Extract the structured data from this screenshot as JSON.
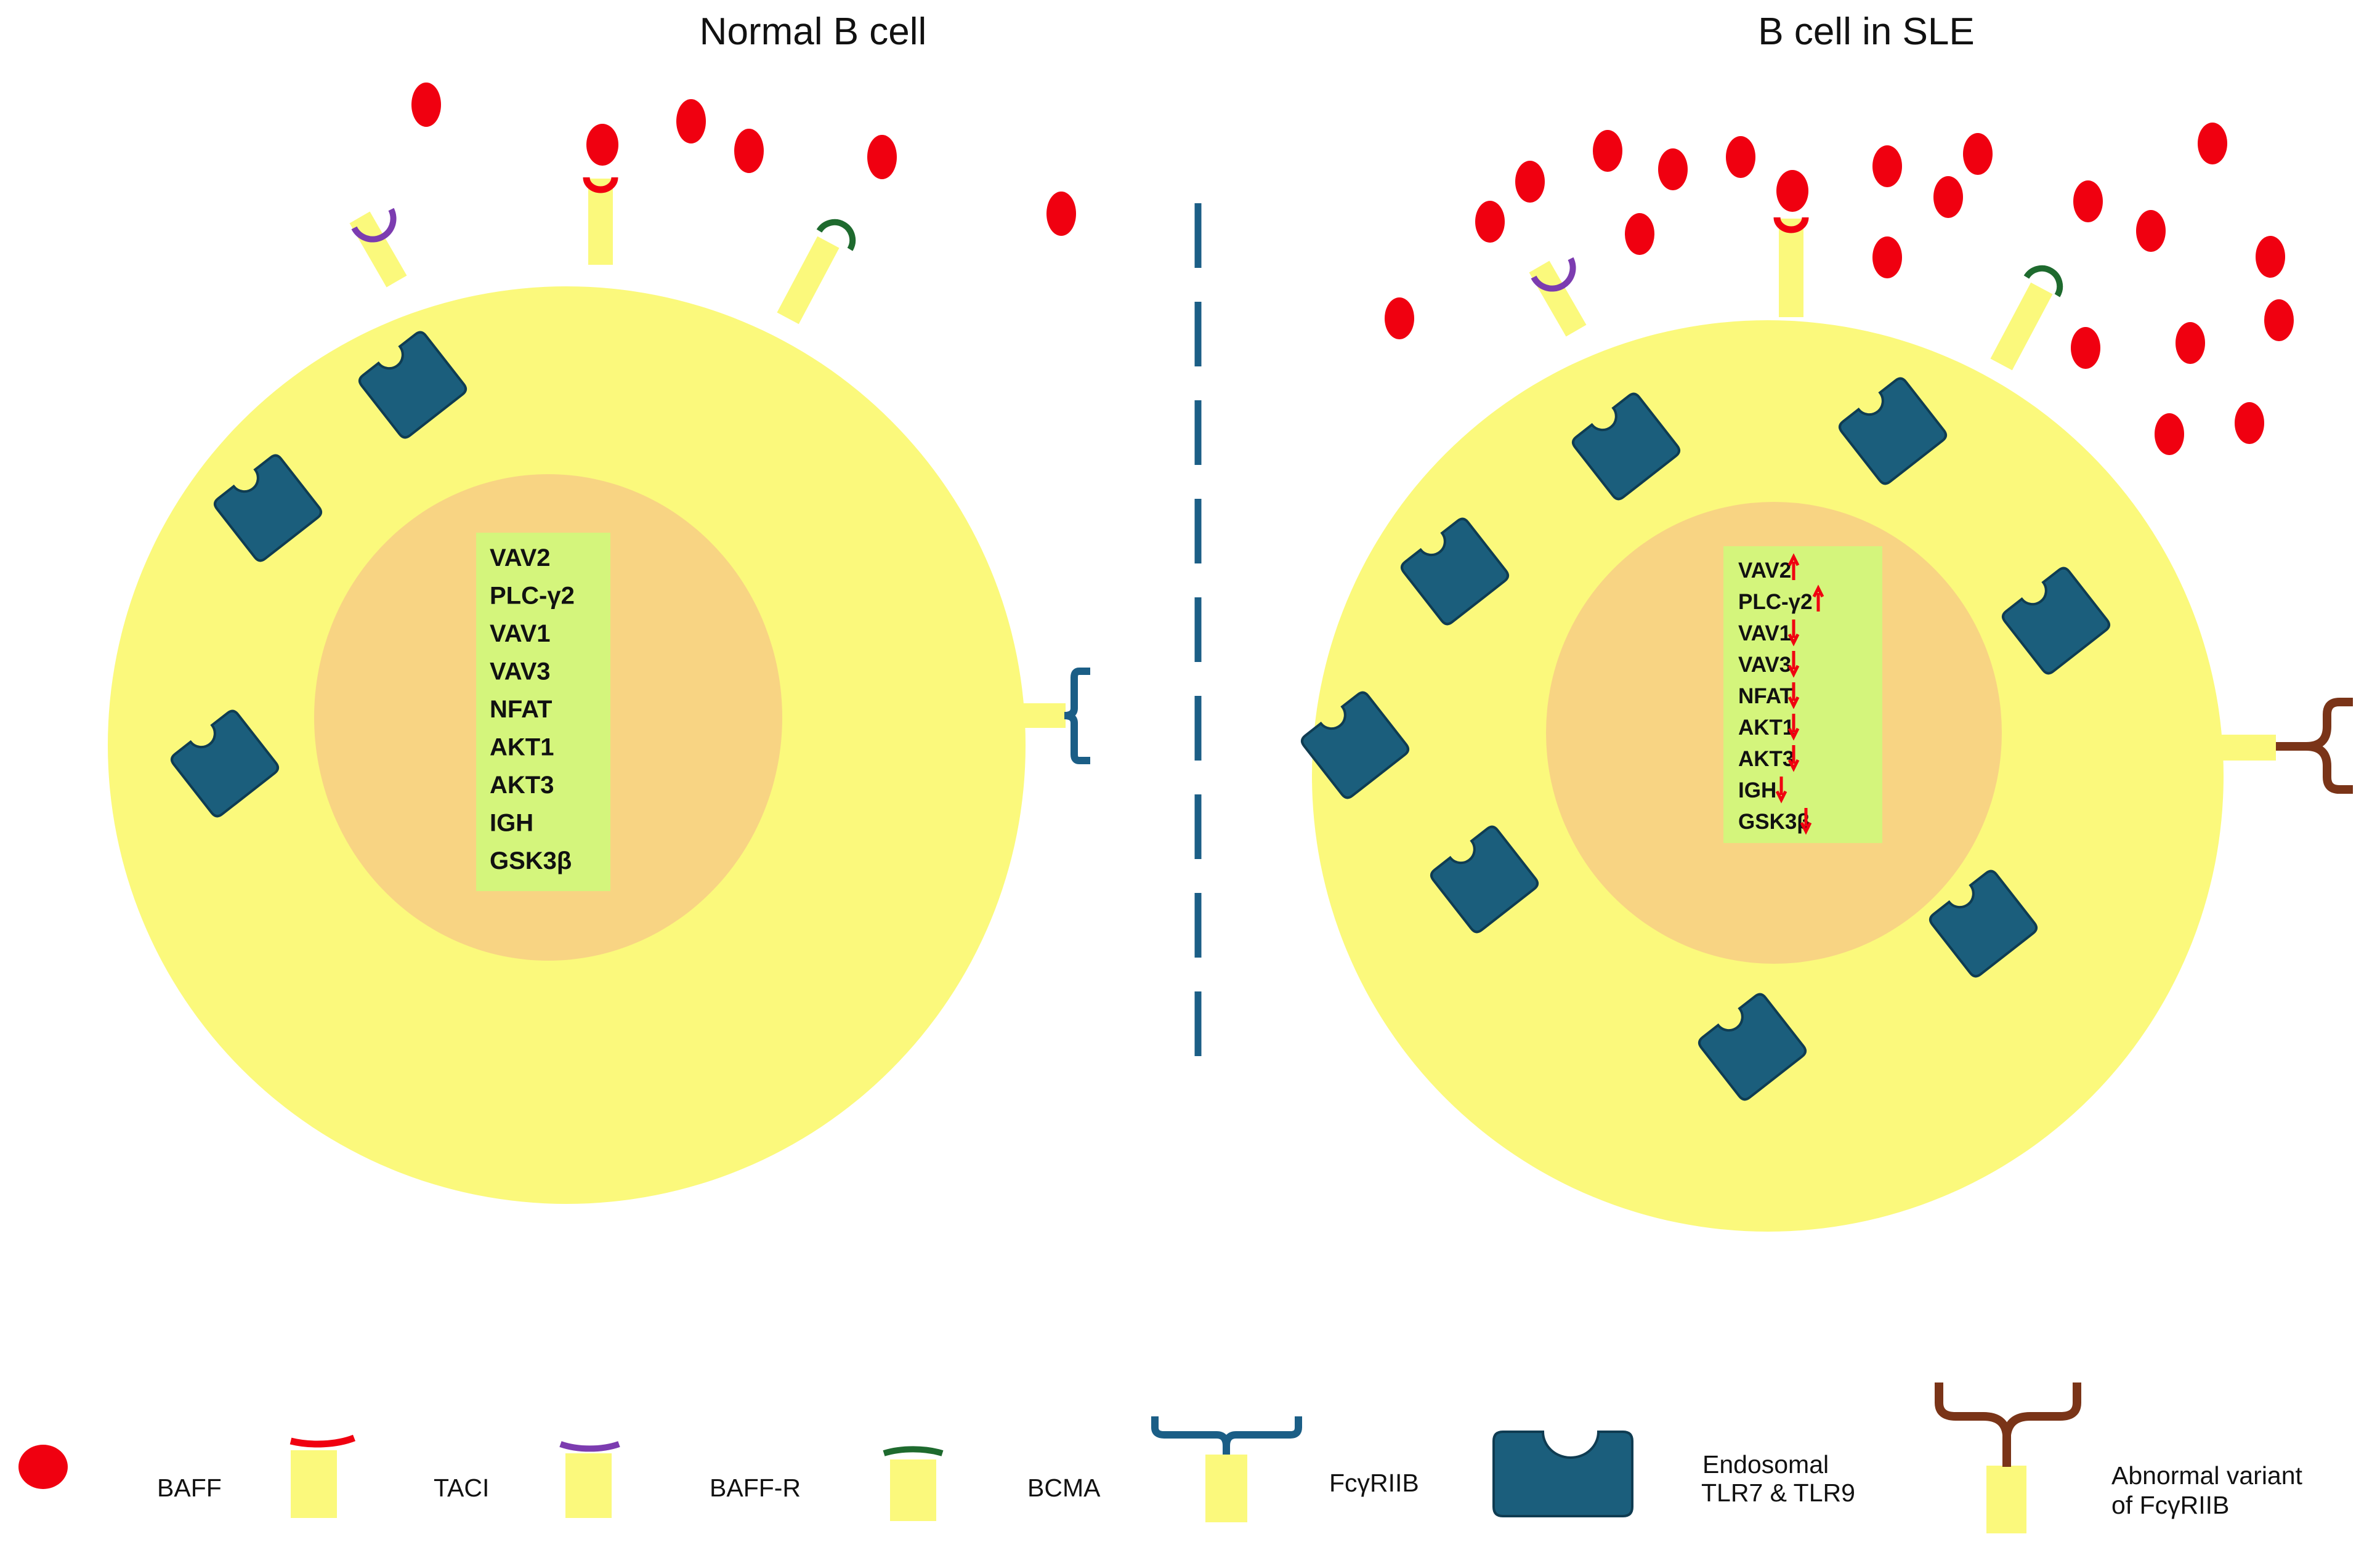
{
  "panels": {
    "left_title": "Normal B cell",
    "right_title": "B cell in SLE"
  },
  "genes_normal": [
    "VAV2",
    "PLC-γ2",
    "VAV1",
    "VAV3",
    "NFAT",
    "AKT1",
    "AKT3",
    "IGH",
    "GSK3β"
  ],
  "genes_sle": [
    {
      "name": "VAV2",
      "change": "up"
    },
    {
      "name": "PLC-γ2",
      "change": "up"
    },
    {
      "name": "VAV1",
      "change": "down"
    },
    {
      "name": "VAV3",
      "change": "down"
    },
    {
      "name": "NFAT",
      "change": "down"
    },
    {
      "name": "AKT1",
      "change": "down"
    },
    {
      "name": "AKT3",
      "change": "down"
    },
    {
      "name": "IGH",
      "change": "down"
    },
    {
      "name": "GSK3β",
      "change": "down"
    }
  ],
  "legend": {
    "baff": "BAFF",
    "taci": "TACI",
    "baff_r": "BAFF-R",
    "bcma": "BCMA",
    "fcgriib": "FcγRIIB",
    "tlr_line1": "Endosomal",
    "tlr_line2": "TLR7 & TLR9",
    "abnormal_line1": "Abnormal variant",
    "abnormal_line2": "of FcγRIIB"
  },
  "colors": {
    "cytoplasm": "#fbf97c",
    "nucleus": "#f8d483",
    "gene_box": "#d4f57c",
    "baff": "#f00010",
    "taci_cap": "#f00010",
    "baff_r_cap": "#7c3cb0",
    "bcma_cap": "#1e6a2e",
    "fcgriib": "#1b5e86",
    "tlr": "#1b5e7c",
    "abnormal_fcgriib": "#7a3418",
    "divider": "#1b5e86",
    "arrow": "#f00010"
  },
  "icons": {
    "baff": "red-dot-icon",
    "receptor": "stalk-receptor-icon",
    "tlr": "endosome-receptor-icon",
    "fcgriib": "bracket-receptor-icon"
  }
}
